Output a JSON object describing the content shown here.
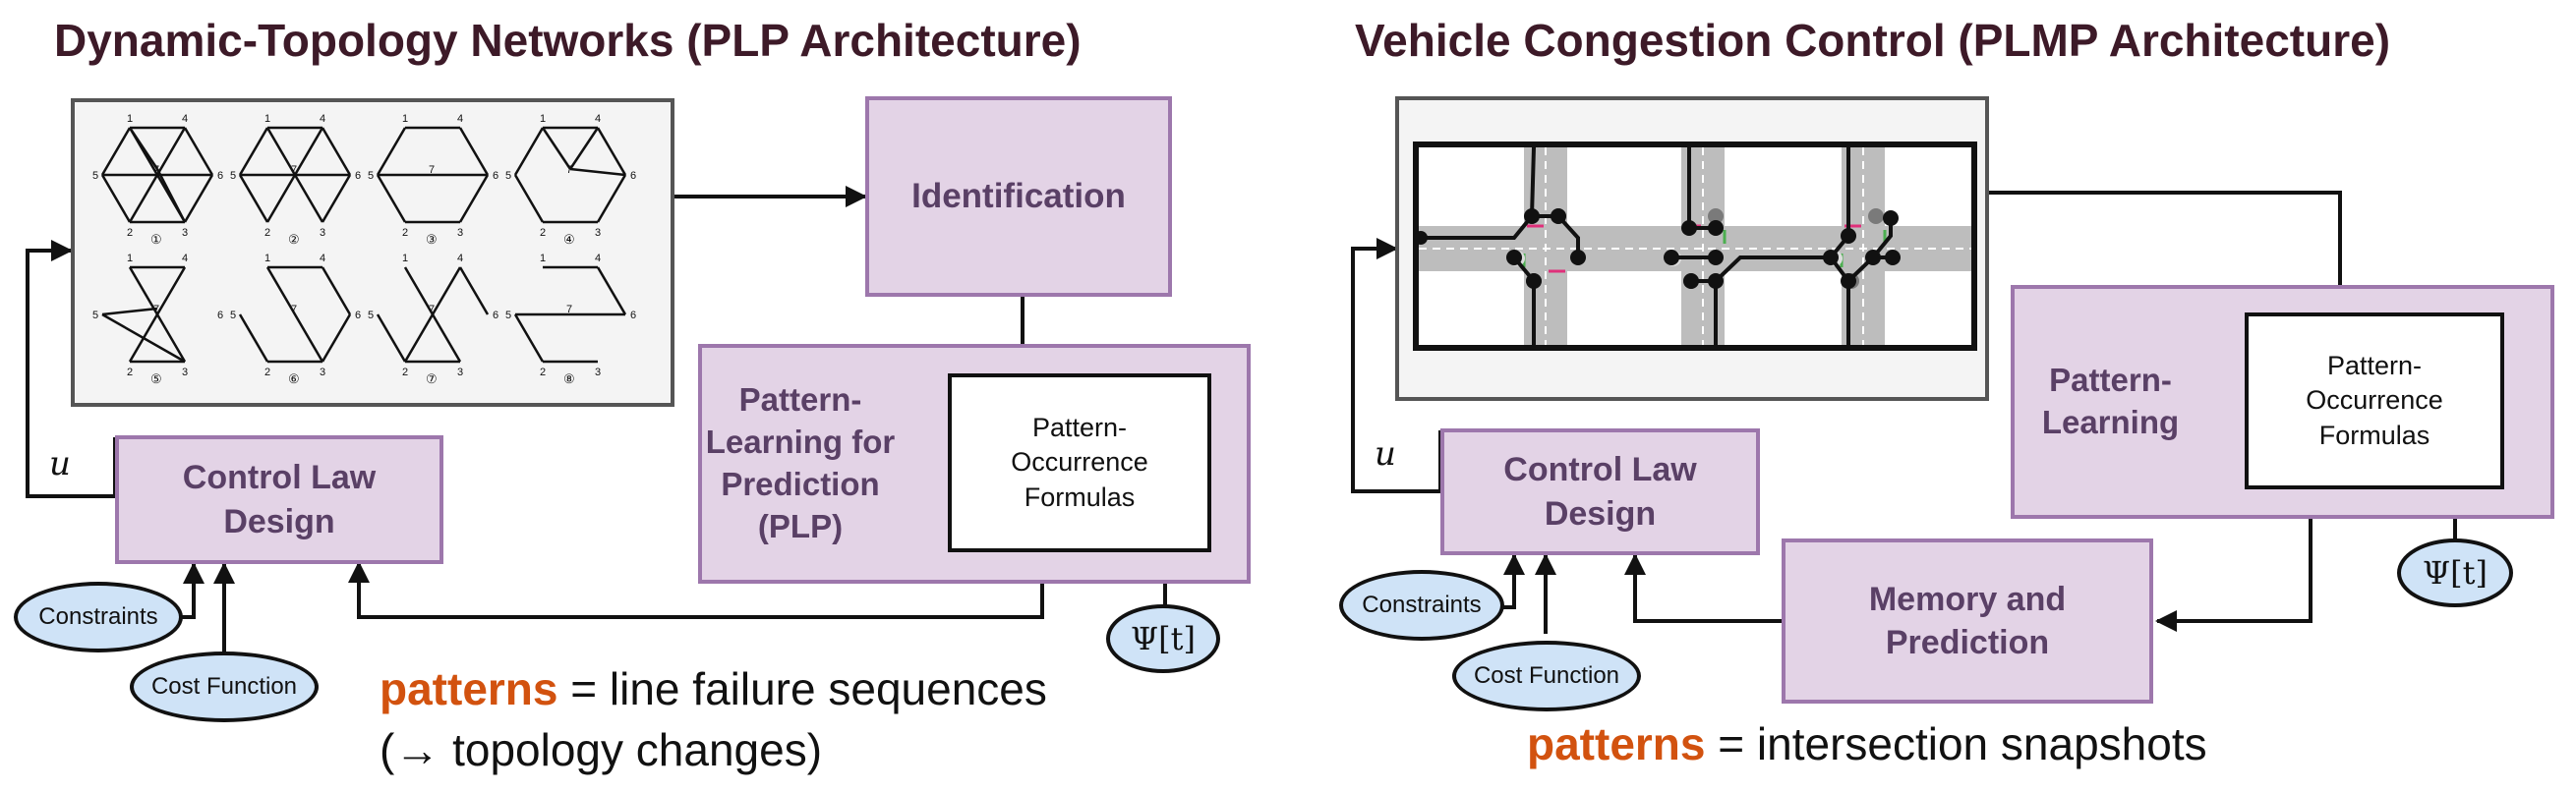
{
  "left": {
    "title": "Dynamic-Topology Networks (PLP Architecture)",
    "identification": "Identification",
    "plp_label": "Pattern-Learning for Prediction (PLP)",
    "formula_box": "Pattern-Occurrence Formulas",
    "control_law": "Control Law Design",
    "constraints": "Constraints",
    "cost_function": "Cost Function",
    "psi": "Ψ[t]",
    "u": "u",
    "caption_keyword": "patterns",
    "caption_rest": " = line failure sequences",
    "caption_line2": "(→ topology changes)",
    "graph_labels": [
      "①",
      "②",
      "③",
      "④",
      "⑤",
      "⑥",
      "⑦",
      "⑧"
    ],
    "node_labels": [
      "1",
      "2",
      "3",
      "4",
      "5",
      "6",
      "7"
    ]
  },
  "right": {
    "title": "Vehicle Congestion Control (PLMP Architecture)",
    "pattern_learning": "Pattern-Learning",
    "formula_box": "Pattern-Occurrence Formulas",
    "control_law": "Control Law Design",
    "memory": "Memory and Prediction",
    "constraints": "Constraints",
    "cost_function": "Cost Function",
    "psi": "Ψ[t]",
    "u": "u",
    "caption_keyword": "patterns",
    "caption_rest": " = intersection snapshots"
  },
  "colors": {
    "purple_fill": "#e3d3e6",
    "purple_border": "#9d77ac",
    "ellipse_fill": "#cfe3f7",
    "keyword": "#d2520f",
    "title": "#3d1a28"
  }
}
